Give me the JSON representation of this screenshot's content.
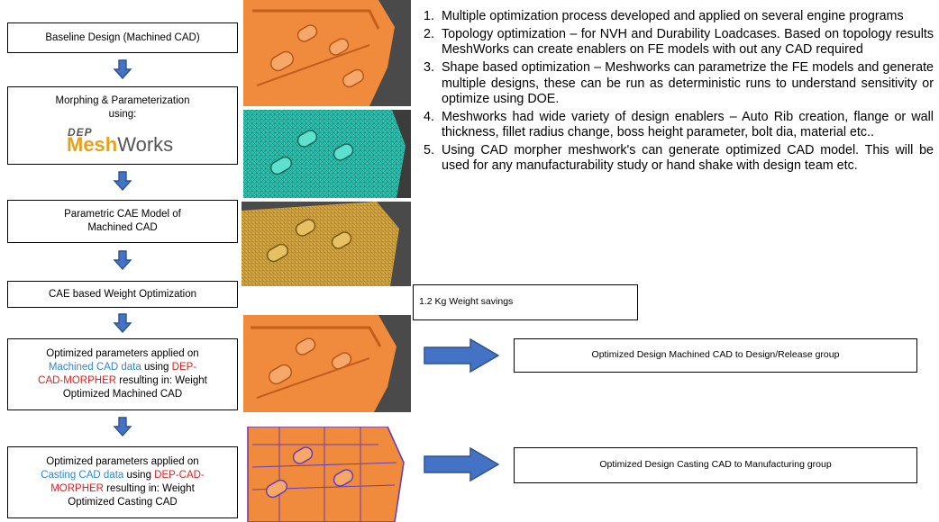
{
  "flow": {
    "baseline": "Baseline Design (Machined CAD)",
    "morphing_line1": "Morphing & Parameterization",
    "morphing_line2": "using:",
    "logo_dep": "DEP",
    "logo_mesh": "Mesh",
    "logo_works": "Works",
    "parametric": "Parametric CAE Model of Machined CAD",
    "weight_opt": "CAE based Weight Optimization",
    "machined": {
      "t1": "Optimized parameters applied on ",
      "t2": "Machined CAD data",
      "t3": " using ",
      "t4": "DEP-CAD-MORPHER",
      "t5": " resulting in: Weight Optimized Machined CAD"
    },
    "casting": {
      "t1": "Optimized parameters applied on ",
      "t2": "Casting CAD data",
      "t3": " using ",
      "t4": "DEP-CAD-MORPHER",
      "t5": " resulting in: Weight Optimized Casting CAD"
    }
  },
  "notes": [
    {
      "num": "1.",
      "text": "Multiple optimization process developed and applied on several engine programs"
    },
    {
      "num": "2.",
      "text": "Topology optimization – for NVH and Durability Loadcases. Based on topology results MeshWorks can create enablers on FE models with out any CAD required"
    },
    {
      "num": "3.",
      "text": "Shape based optimization – Meshworks can parametrize the FE models and generate multiple designs, these can be run as deterministic runs to understand sensitivity or optimize using DOE."
    },
    {
      "num": "4.",
      "text": "Meshworks had wide variety of design enablers – Auto Rib creation, flange or wall thickness, fillet radius change, boss height parameter, bolt dia, material etc.."
    },
    {
      "num": "5.",
      "text": "Using CAD morpher meshwork's can generate optimized CAD model. This will be used for any manufacturability study or hand shake with design team etc."
    }
  ],
  "weight_savings": "1.2 Kg Weight savings",
  "outputs": {
    "machined": "Optimized Design Machined CAD to Design/Release group",
    "casting": "Optimized Design Casting CAD to Manufacturing group"
  },
  "colors": {
    "arrow_fill": "#4472c4",
    "arrow_stroke": "#2f528f",
    "orange_part": "#f08a3c",
    "teal_mesh": "#2fc2b0",
    "gold_mesh": "#d6a53c"
  }
}
